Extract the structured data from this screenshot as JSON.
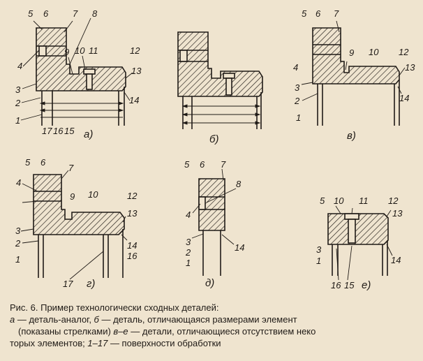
{
  "colors": {
    "ink": "#1f1a16",
    "paper": "#efe4cf"
  },
  "figure": {
    "panels": [
      {
        "letter": "а)",
        "labels": [
          "5",
          "6",
          "7",
          "8",
          "4",
          "9",
          "10",
          "11",
          "12",
          "13",
          "3",
          "2",
          "14",
          "1",
          "17",
          "16",
          "15"
        ]
      },
      {
        "letter": "б)",
        "labels": []
      },
      {
        "letter": "в)",
        "labels": [
          "5",
          "6",
          "7",
          "4",
          "9",
          "10",
          "12",
          "13",
          "3",
          "2",
          "14",
          "1"
        ]
      },
      {
        "letter": "г)",
        "labels": [
          "5",
          "6",
          "7",
          "4",
          "9",
          "10",
          "12",
          "13",
          "3",
          "2",
          "14",
          "16",
          "1",
          "17"
        ]
      },
      {
        "letter": "д)",
        "labels": [
          "5",
          "6",
          "7",
          "8",
          "4",
          "3",
          "2",
          "1",
          "14"
        ]
      },
      {
        "letter": "е)",
        "labels": [
          "5",
          "10",
          "11",
          "12",
          "13",
          "3",
          "1",
          "14",
          "16",
          "15"
        ]
      }
    ]
  },
  "caption": {
    "line1": "Рис. 6. Пример технологически сходных деталей:",
    "line2a_letter": "а",
    "line2a_text": " — деталь-аналог, ",
    "line2b_letter": "б",
    "line2b_text": " — деталь, отличающаяся размерами элемент",
    "line3": "(показаны стрелками)  ",
    "line3_letters": "в–е",
    "line3_text": " — детали, отличающиеся отсутствием неко",
    "line4": "торых элементов;  ",
    "line4_range": "1–17",
    "line4_text": " — поверхности обработки"
  }
}
